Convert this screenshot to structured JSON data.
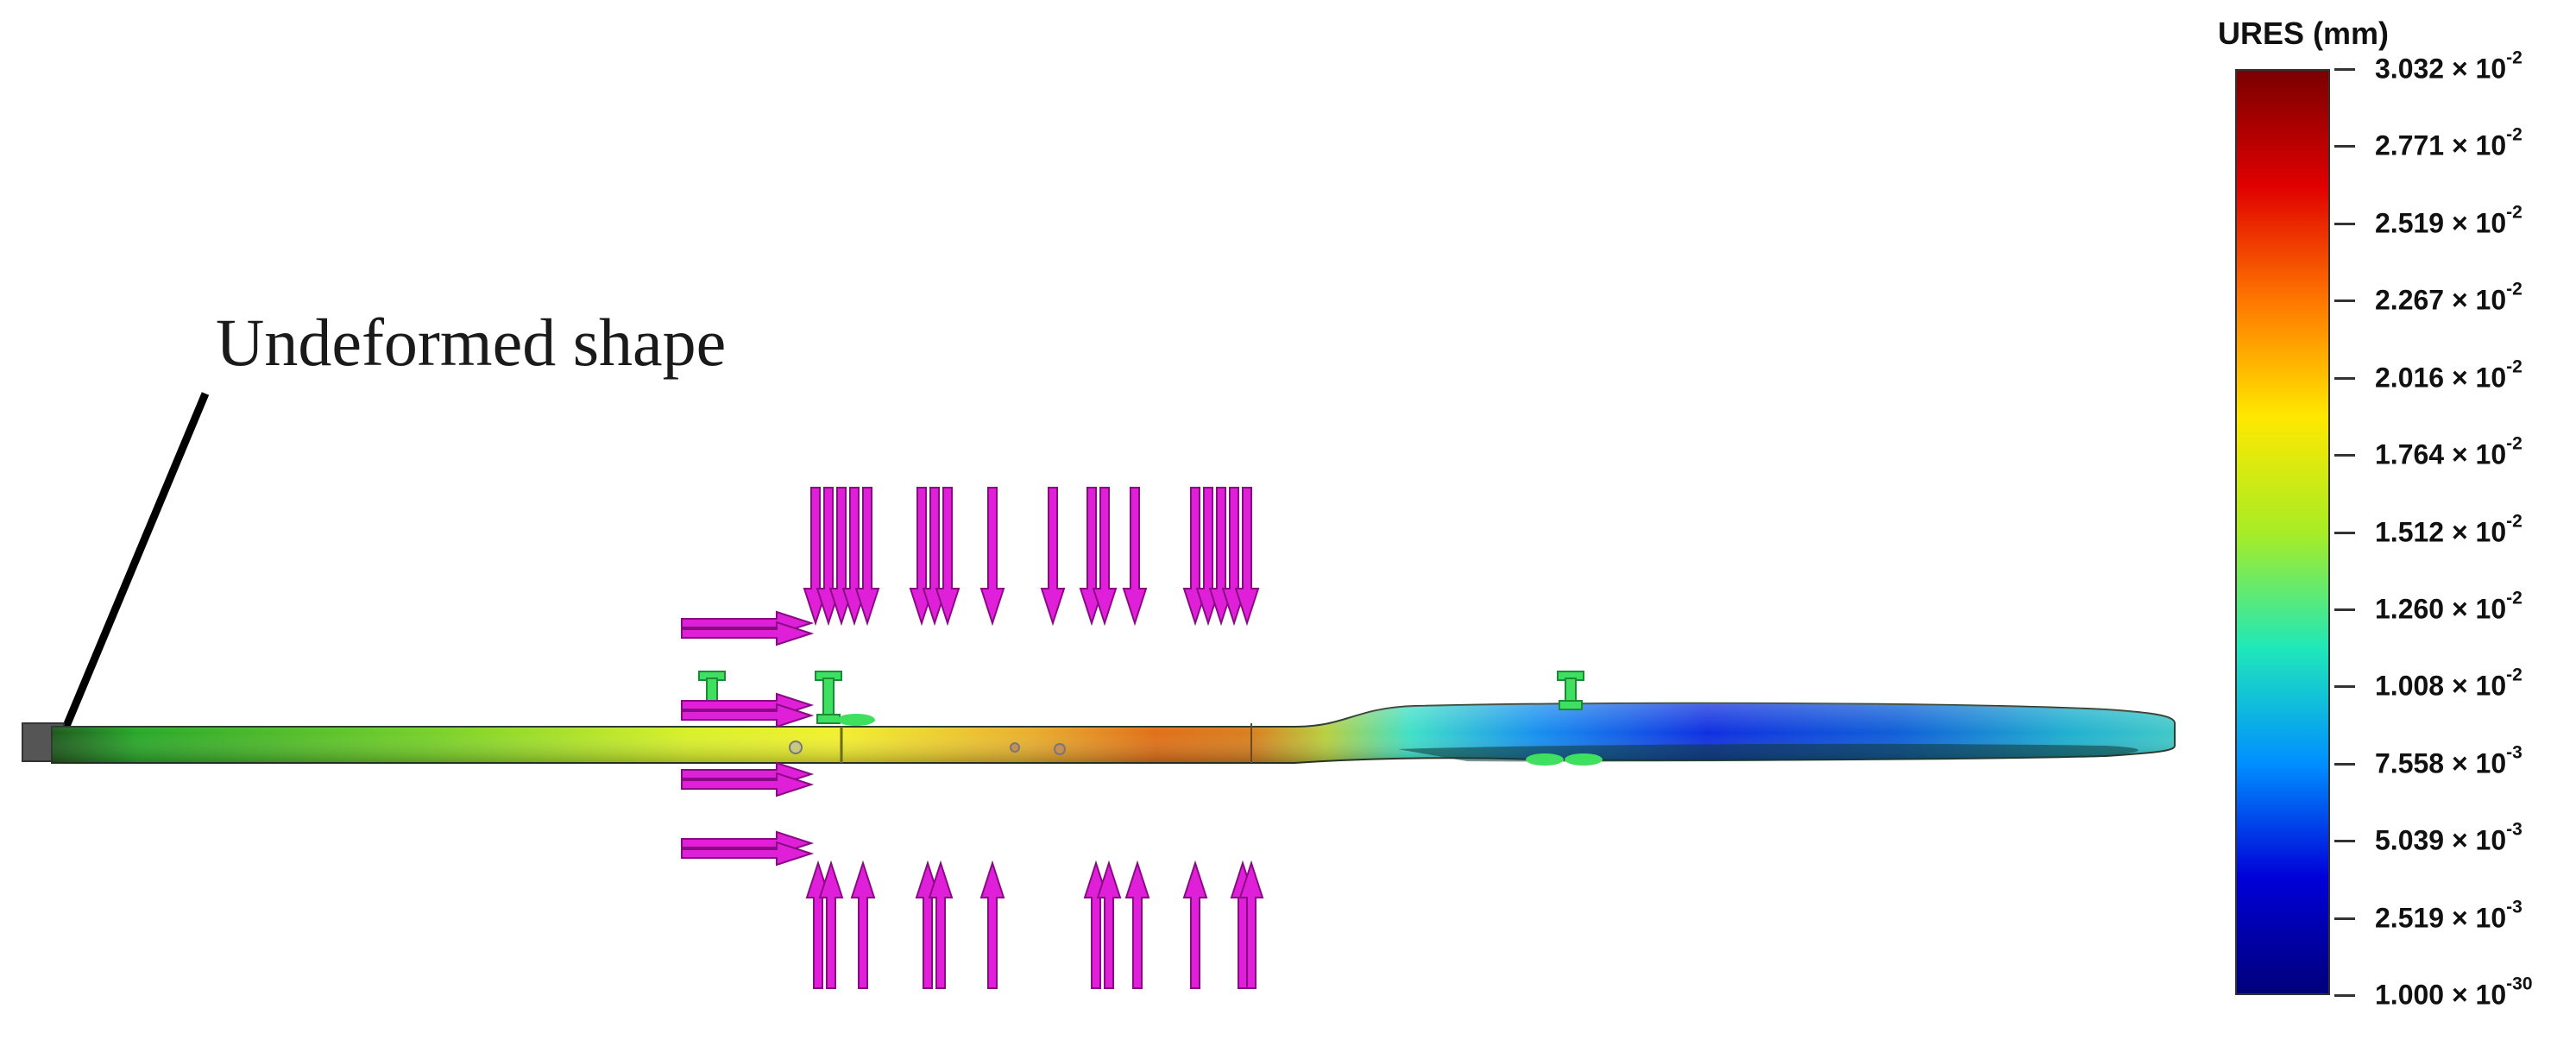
{
  "annotation": {
    "label": "Undeformed shape"
  },
  "legend": {
    "title": "URES (mm)",
    "colors": [
      "#7a0000",
      "#e00000",
      "#ff7800",
      "#ffe800",
      "#a8ec25",
      "#20e8b8",
      "#0090ff",
      "#0000d8",
      "#00007a"
    ],
    "ticks": [
      {
        "mantissa": "3.032",
        "sep": " × 10",
        "exp": "-2"
      },
      {
        "mantissa": "2.771",
        "sep": " × 10",
        "exp": "-2"
      },
      {
        "mantissa": "2.519",
        "sep": " × 10",
        "exp": "-2"
      },
      {
        "mantissa": "2.267",
        "sep": " × 10",
        "exp": "-2"
      },
      {
        "mantissa": "2.016",
        "sep": " × 10",
        "exp": "-2"
      },
      {
        "mantissa": "1.764",
        "sep": " × 10",
        "exp": "-2"
      },
      {
        "mantissa": "1.512",
        "sep": " × 10",
        "exp": "-2"
      },
      {
        "mantissa": "1.260",
        "sep": " × 10",
        "exp": "-2"
      },
      {
        "mantissa": "1.008",
        "sep": " × 10",
        "exp": "-2"
      },
      {
        "mantissa": "7.558",
        "sep": " × 10",
        "exp": "-3"
      },
      {
        "mantissa": "5.039",
        "sep": " × 10",
        "exp": "-3"
      },
      {
        "mantissa": "2.519",
        "sep": " × 10",
        "exp": "-3"
      },
      {
        "mantissa": "1.000",
        "sep": " × 10",
        "exp": "-30"
      }
    ]
  },
  "colors": {
    "arrow": "#e020d8",
    "fixture": "#3fe060",
    "pointer": "#000000"
  }
}
